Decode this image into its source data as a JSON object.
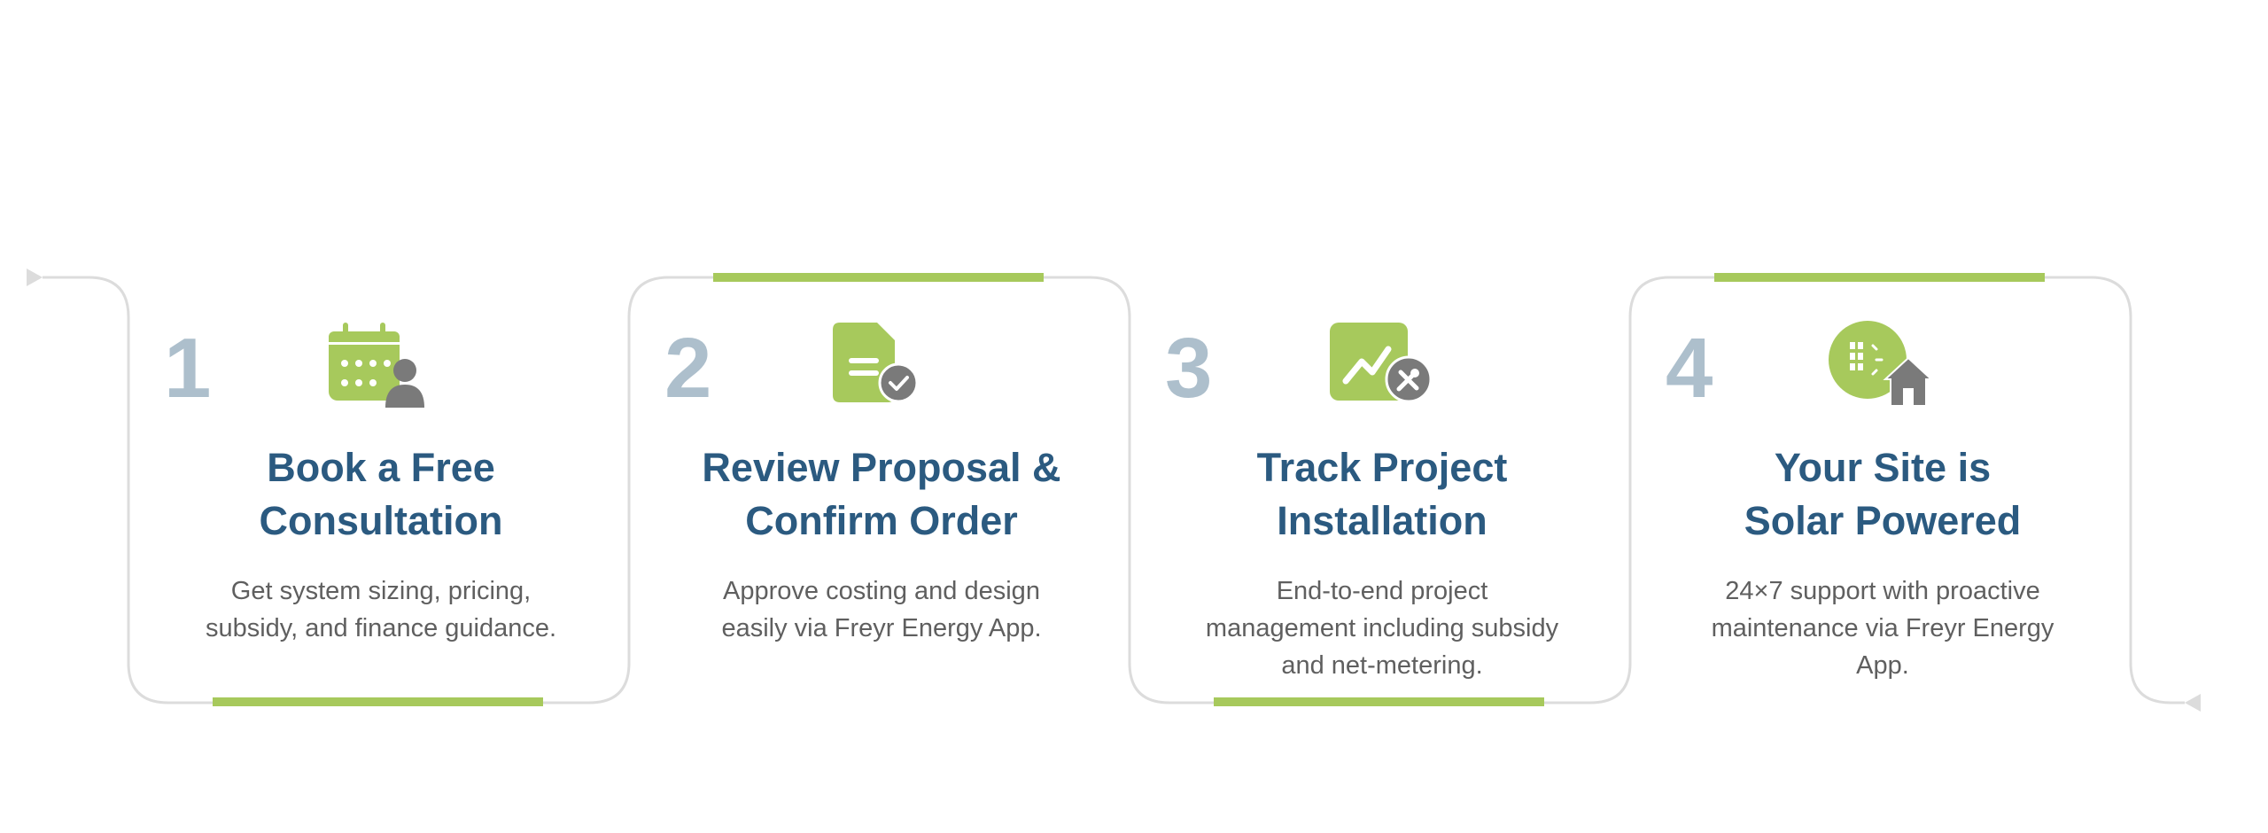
{
  "colors": {
    "accent_green": "#a7c95c",
    "icon_gray": "#7a7a7a",
    "number_gray": "#adbfcc",
    "title_blue": "#2b5a80",
    "text_gray": "#5f5f5f",
    "connector_gray": "#dcdcdc"
  },
  "steps": [
    {
      "number": "1",
      "icon": "calendar-person-icon",
      "title": "Book a Free\nConsultation",
      "description": "Get system sizing, pricing, subsidy, and finance guidance."
    },
    {
      "number": "2",
      "icon": "document-check-icon",
      "title": "Review Proposal &\nConfirm Order",
      "description": "Approve costing and design easily via Freyr Energy App."
    },
    {
      "number": "3",
      "icon": "chart-tools-icon",
      "title": "Track Project\nInstallation",
      "description": "End-to-end project management including subsidy and net-metering."
    },
    {
      "number": "4",
      "icon": "solar-home-icon",
      "title": "Your Site is\nSolar Powered",
      "description": "24×7 support with proactive maintenance via Freyr Energy App."
    }
  ]
}
